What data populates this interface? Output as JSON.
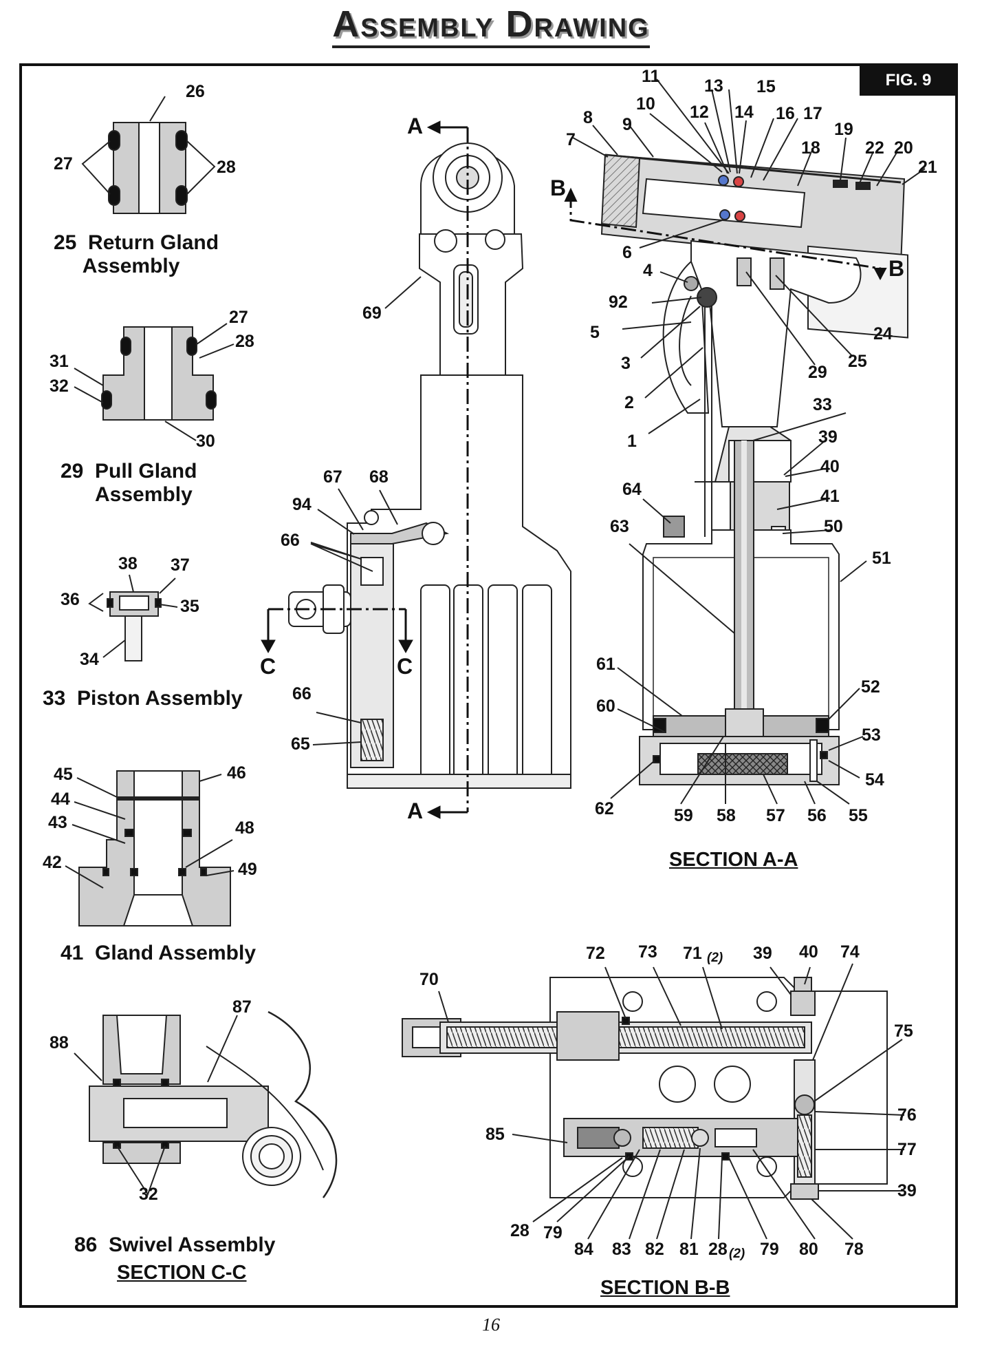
{
  "title": "Assembly Drawing",
  "fig_label": "FIG. 9",
  "page_number": "16",
  "section_markers": {
    "a": "A",
    "b": "B",
    "c": "C"
  },
  "captions": {
    "return_gland": {
      "num": "25",
      "line1": "Return Gland",
      "line2": "Assembly"
    },
    "pull_gland": {
      "num": "29",
      "line1": "Pull Gland",
      "line2": "Assembly"
    },
    "piston": {
      "num": "33",
      "line1": "Piston Assembly"
    },
    "gland": {
      "num": "41",
      "line1": "Gland Assembly"
    },
    "swivel": {
      "num": "86",
      "line1": "Swivel Assembly"
    }
  },
  "section_titles": {
    "aa": "SECTION A-A",
    "bb": "SECTION B-B",
    "cc": "SECTION C-C"
  },
  "part_numbers": {
    "return_gland": [
      "26",
      "27",
      "28"
    ],
    "pull_gland": [
      "27",
      "28",
      "31",
      "32",
      "30"
    ],
    "piston": [
      "38",
      "37",
      "36",
      "35",
      "34"
    ],
    "gland": [
      "45",
      "46",
      "44",
      "43",
      "48",
      "42",
      "49"
    ],
    "swivel": [
      "87",
      "88",
      "32"
    ],
    "front": [
      "69",
      "67",
      "68",
      "94",
      "66",
      "66",
      "65"
    ],
    "section_aa": [
      "11",
      "13",
      "15",
      "10",
      "12",
      "14",
      "16",
      "17",
      "8",
      "9",
      "19",
      "7",
      "18",
      "22",
      "20",
      "21",
      "6",
      "4",
      "92",
      "5",
      "3",
      "2",
      "1",
      "29",
      "25",
      "24",
      "33",
      "39",
      "40",
      "64",
      "41",
      "50",
      "63",
      "51",
      "61",
      "52",
      "60",
      "53",
      "62",
      "54",
      "59",
      "58",
      "57",
      "56",
      "55"
    ],
    "section_bb": [
      "72",
      "73",
      "71",
      "39",
      "40",
      "74",
      "70",
      "75",
      "76",
      "85",
      "77",
      "39",
      "28",
      "79",
      "84",
      "83",
      "82",
      "81",
      "28",
      "79",
      "80",
      "78"
    ],
    "qty_suffix": "(2)"
  }
}
